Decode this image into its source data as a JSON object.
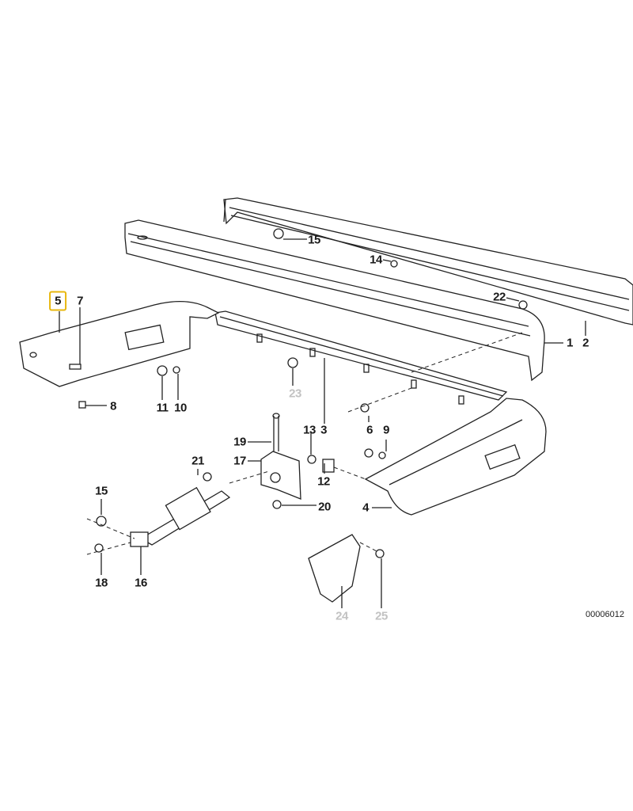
{
  "diagram": {
    "callouts": [
      {
        "id": "15a",
        "label": "15"
      },
      {
        "id": "14",
        "label": "14"
      },
      {
        "id": "22",
        "label": "22"
      },
      {
        "id": "5",
        "label": "5",
        "highlighted": true
      },
      {
        "id": "7",
        "label": "7"
      },
      {
        "id": "1",
        "label": "1"
      },
      {
        "id": "2",
        "label": "2"
      },
      {
        "id": "8",
        "label": "8"
      },
      {
        "id": "11",
        "label": "11"
      },
      {
        "id": "10",
        "label": "10"
      },
      {
        "id": "23",
        "label": "23",
        "greyed": true
      },
      {
        "id": "13",
        "label": "13"
      },
      {
        "id": "3",
        "label": "3"
      },
      {
        "id": "6",
        "label": "6"
      },
      {
        "id": "9",
        "label": "9"
      },
      {
        "id": "19",
        "label": "19"
      },
      {
        "id": "21",
        "label": "21"
      },
      {
        "id": "17",
        "label": "17"
      },
      {
        "id": "15b",
        "label": "15"
      },
      {
        "id": "12",
        "label": "12"
      },
      {
        "id": "20",
        "label": "20"
      },
      {
        "id": "4",
        "label": "4"
      },
      {
        "id": "18",
        "label": "18"
      },
      {
        "id": "16",
        "label": "16"
      },
      {
        "id": "24",
        "label": "24",
        "greyed": true
      },
      {
        "id": "25",
        "label": "25",
        "greyed": true
      }
    ],
    "diagram_code": "00006012",
    "colors": {
      "highlight": "#e8b70e",
      "greyed": "#c2c2c2",
      "line": "#222222"
    }
  }
}
